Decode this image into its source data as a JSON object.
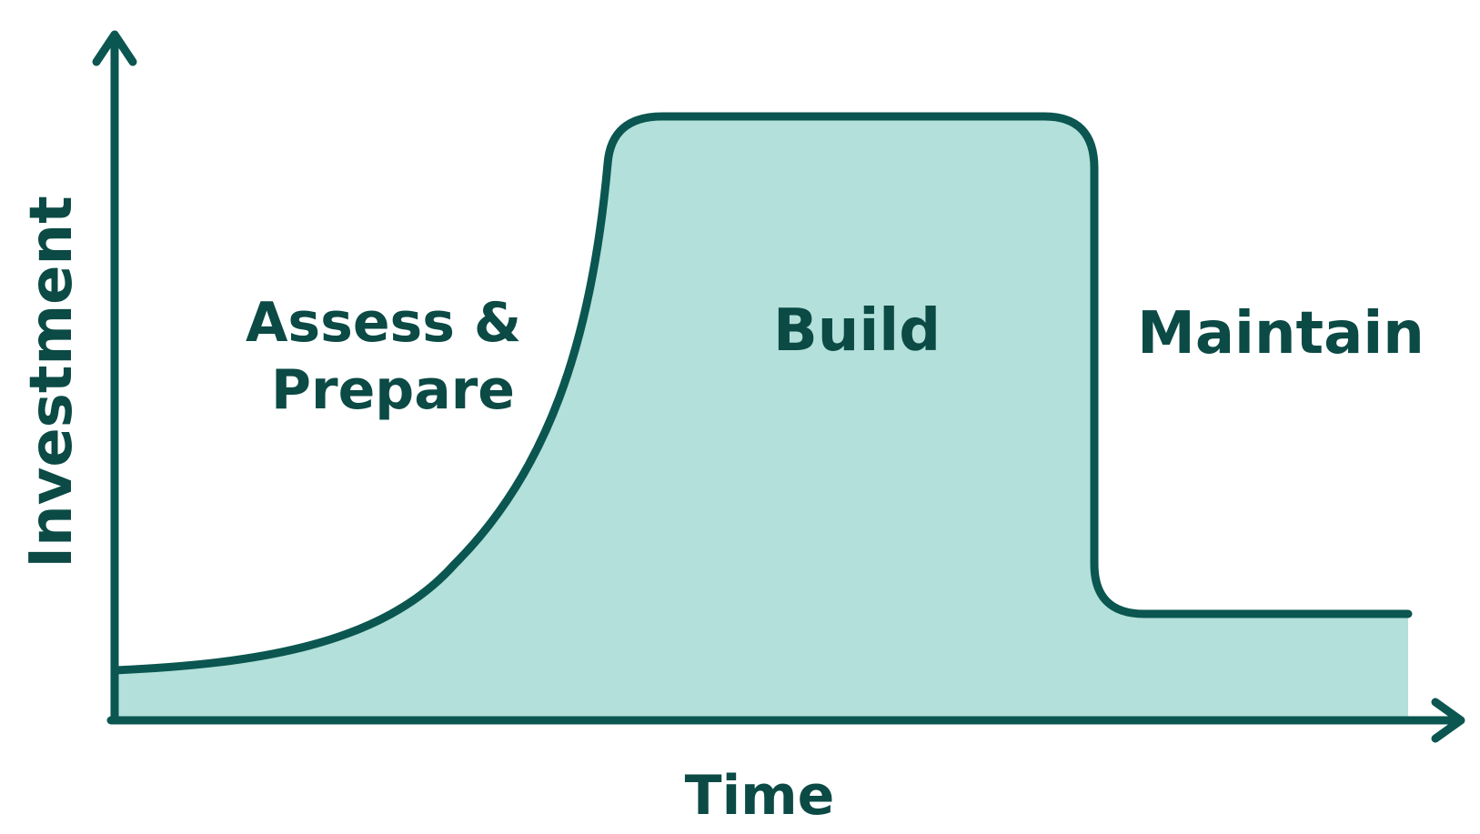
{
  "axes": {
    "y_label": "Investment",
    "x_label": "Time"
  },
  "phases": [
    {
      "id": "assess",
      "lines": [
        "Assess &",
        "Prepare"
      ]
    },
    {
      "id": "build",
      "lines": [
        "Build"
      ]
    },
    {
      "id": "maintain",
      "lines": [
        "Maintain"
      ]
    }
  ],
  "colors": {
    "stroke": "#0b5650",
    "fill": "#b3e0da",
    "text": "#0b4a45",
    "background": "#ffffff"
  }
}
